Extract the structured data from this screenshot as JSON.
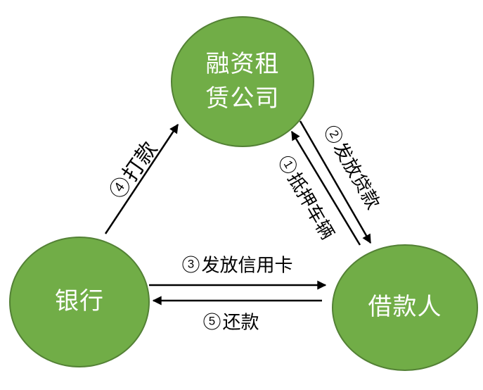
{
  "diagram": {
    "type": "triangle-flow-diagram",
    "background": "#ffffff",
    "colors": {
      "node_fill": "#71AD47",
      "node_border": "#538135",
      "node_text": "#ffffff",
      "arrow": "#000000",
      "label_text": "#000000"
    },
    "nodes": {
      "leasing_company": {
        "label": "融资租赁公司",
        "line1": "融资租",
        "line2": "赁公司",
        "position": "top"
      },
      "bank": {
        "label": "银行",
        "position": "bottom-left"
      },
      "borrower": {
        "label": "借款人",
        "position": "bottom-right"
      }
    },
    "edges": [
      {
        "num": "1",
        "label": "抵押车辆",
        "from": "借款人",
        "to": "融资租赁公司",
        "direction": "up-diagonal"
      },
      {
        "num": "2",
        "label": "发放贷款",
        "from": "融资租赁公司",
        "to": "借款人",
        "direction": "down-diagonal"
      },
      {
        "num": "3",
        "label": "发放信用卡",
        "from": "银行",
        "to": "借款人",
        "direction": "right"
      },
      {
        "num": "4",
        "label": "打款",
        "from": "银行",
        "to": "融资租赁公司",
        "direction": "up-diagonal"
      },
      {
        "num": "5",
        "label": "还款",
        "from": "借款人",
        "to": "银行",
        "direction": "left"
      }
    ]
  }
}
